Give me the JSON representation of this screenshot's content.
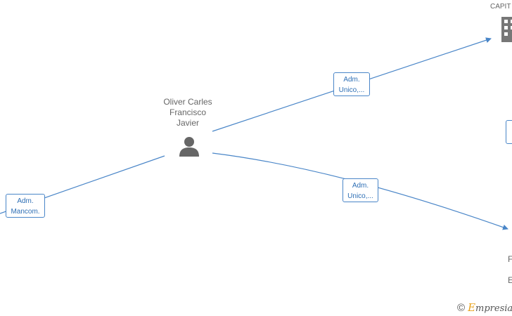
{
  "company": {
    "caption": "CAPIT",
    "icon": "building-icon",
    "letters": [
      "F",
      "E"
    ]
  },
  "person": {
    "name_lines": [
      "Oliver Carles",
      "Francisco",
      "Javier"
    ],
    "icon": "person-icon"
  },
  "roles": [
    {
      "lines": [
        "Adm.",
        "Unico,..."
      ]
    },
    {
      "lines": [
        "Adm.",
        "Unico,..."
      ]
    },
    {
      "lines": [
        "Adm.",
        "Mancom."
      ]
    }
  ],
  "brand": {
    "copyright": "©",
    "initial": "E",
    "rest": "mpresia"
  },
  "colors": {
    "edge": "#4a86c8",
    "text": "#666666",
    "brand_accent": "#e8a21c"
  }
}
